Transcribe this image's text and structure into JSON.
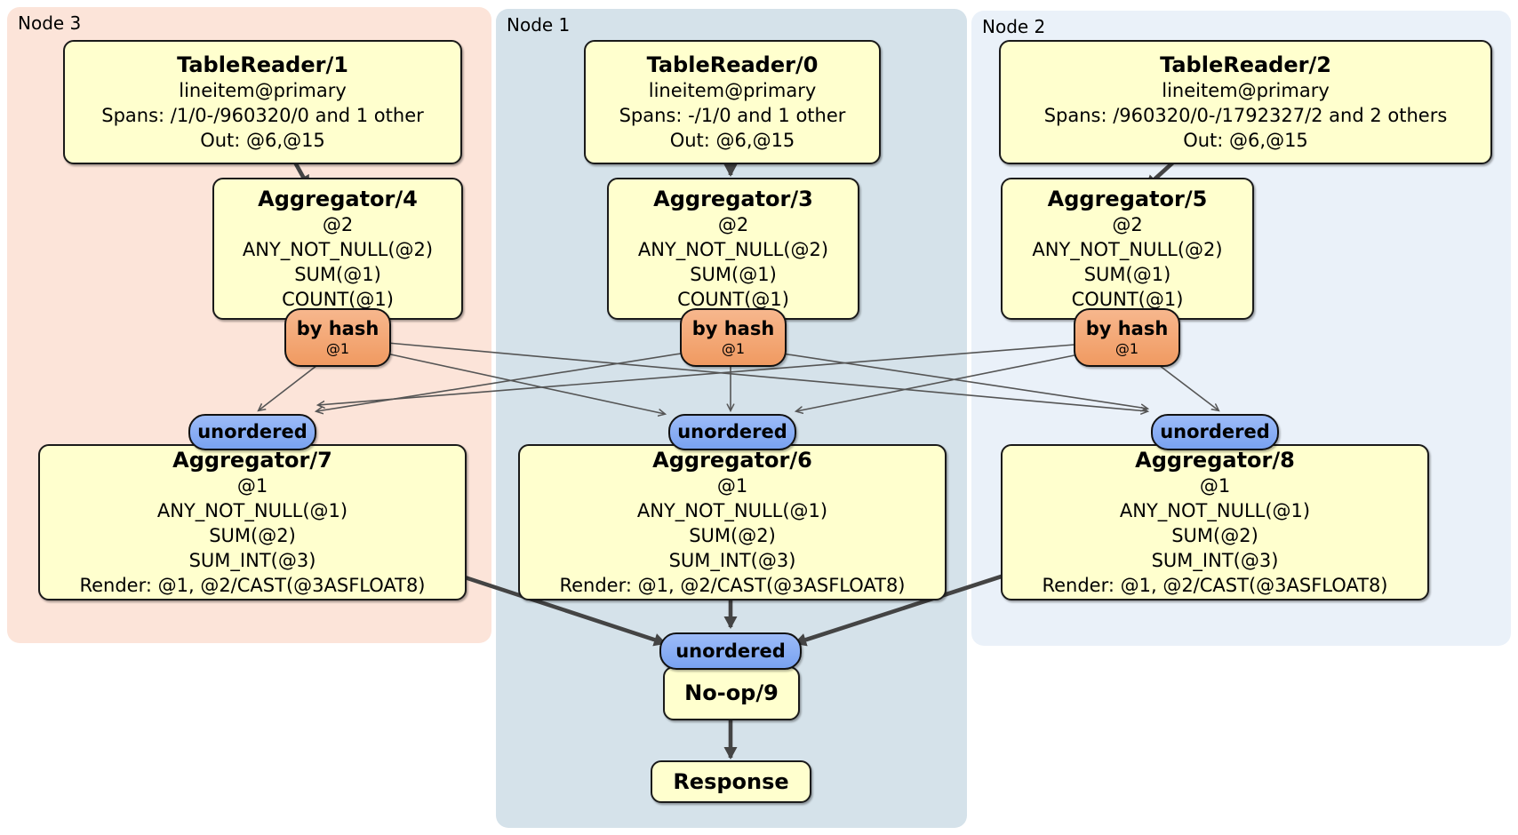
{
  "colors": {
    "page_bg": "#ffffff",
    "node3_bg": "#fce4d9",
    "node1_bg": "#d5e2ea",
    "node2_bg": "#eaf1f9",
    "box_fill": "#ffffce",
    "box_border": "#1a1a1a",
    "hash_pill": "#f2a472",
    "sync_pill": "#84aaf3",
    "edge_thin": "#555555",
    "edge_thick": "#444444"
  },
  "regions": {
    "node3": {
      "label": "Node 3"
    },
    "node1": {
      "label": "Node 1"
    },
    "node2": {
      "label": "Node 2"
    }
  },
  "processors": {
    "tr1": {
      "title": "TableReader/1",
      "lines": [
        "lineitem@primary",
        "Spans: /1/0-/960320/0 and 1 other",
        "Out: @6,@15"
      ]
    },
    "tr0": {
      "title": "TableReader/0",
      "lines": [
        "lineitem@primary",
        "Spans: -/1/0 and 1 other",
        "Out: @6,@15"
      ]
    },
    "tr2": {
      "title": "TableReader/2",
      "lines": [
        "lineitem@primary",
        "Spans: /960320/0-/1792327/2 and 2 others",
        "Out: @6,@15"
      ]
    },
    "agg4": {
      "title": "Aggregator/4",
      "lines": [
        "@2",
        "ANY_NOT_NULL(@2)",
        "SUM(@1)",
        "COUNT(@1)"
      ]
    },
    "agg3": {
      "title": "Aggregator/3",
      "lines": [
        "@2",
        "ANY_NOT_NULL(@2)",
        "SUM(@1)",
        "COUNT(@1)"
      ]
    },
    "agg5": {
      "title": "Aggregator/5",
      "lines": [
        "@2",
        "ANY_NOT_NULL(@2)",
        "SUM(@1)",
        "COUNT(@1)"
      ]
    },
    "agg7": {
      "title": "Aggregator/7",
      "lines": [
        "@1",
        "ANY_NOT_NULL(@1)",
        "SUM(@2)",
        "SUM_INT(@3)",
        "Render: @1, @2/CAST(@3ASFLOAT8)"
      ]
    },
    "agg6": {
      "title": "Aggregator/6",
      "lines": [
        "@1",
        "ANY_NOT_NULL(@1)",
        "SUM(@2)",
        "SUM_INT(@3)",
        "Render: @1, @2/CAST(@3ASFLOAT8)"
      ]
    },
    "agg8": {
      "title": "Aggregator/8",
      "lines": [
        "@1",
        "ANY_NOT_NULL(@1)",
        "SUM(@2)",
        "SUM_INT(@3)",
        "Render: @1, @2/CAST(@3ASFLOAT8)"
      ]
    },
    "noop": {
      "title": "No-op/9"
    },
    "response": {
      "title": "Response"
    }
  },
  "routers": {
    "hash4": {
      "label": "by hash",
      "detail": "@1"
    },
    "hash3": {
      "label": "by hash",
      "detail": "@1"
    },
    "hash5": {
      "label": "by hash",
      "detail": "@1"
    },
    "sync7": {
      "label": "unordered"
    },
    "sync6": {
      "label": "unordered"
    },
    "sync8": {
      "label": "unordered"
    },
    "sync9": {
      "label": "unordered"
    }
  },
  "edges": {
    "thick": [
      [
        331,
        181,
        347,
        210
      ],
      [
        822,
        181,
        822,
        197
      ],
      [
        1322,
        181,
        1290,
        210
      ],
      [
        505,
        644,
        748,
        724
      ],
      [
        822,
        673,
        822,
        706
      ],
      [
        1142,
        644,
        895,
        724
      ],
      [
        822,
        807,
        822,
        853
      ]
    ],
    "thin": [
      [
        361,
        408,
        291,
        462
      ],
      [
        435,
        398,
        748,
        466
      ],
      [
        436,
        386,
        1291,
        463
      ],
      [
        766,
        398,
        356,
        463
      ],
      [
        822,
        409,
        822,
        462
      ],
      [
        880,
        398,
        1291,
        460
      ],
      [
        1209,
        388,
        358,
        456
      ],
      [
        1209,
        400,
        896,
        463
      ],
      [
        1300,
        408,
        1371,
        462
      ]
    ]
  }
}
